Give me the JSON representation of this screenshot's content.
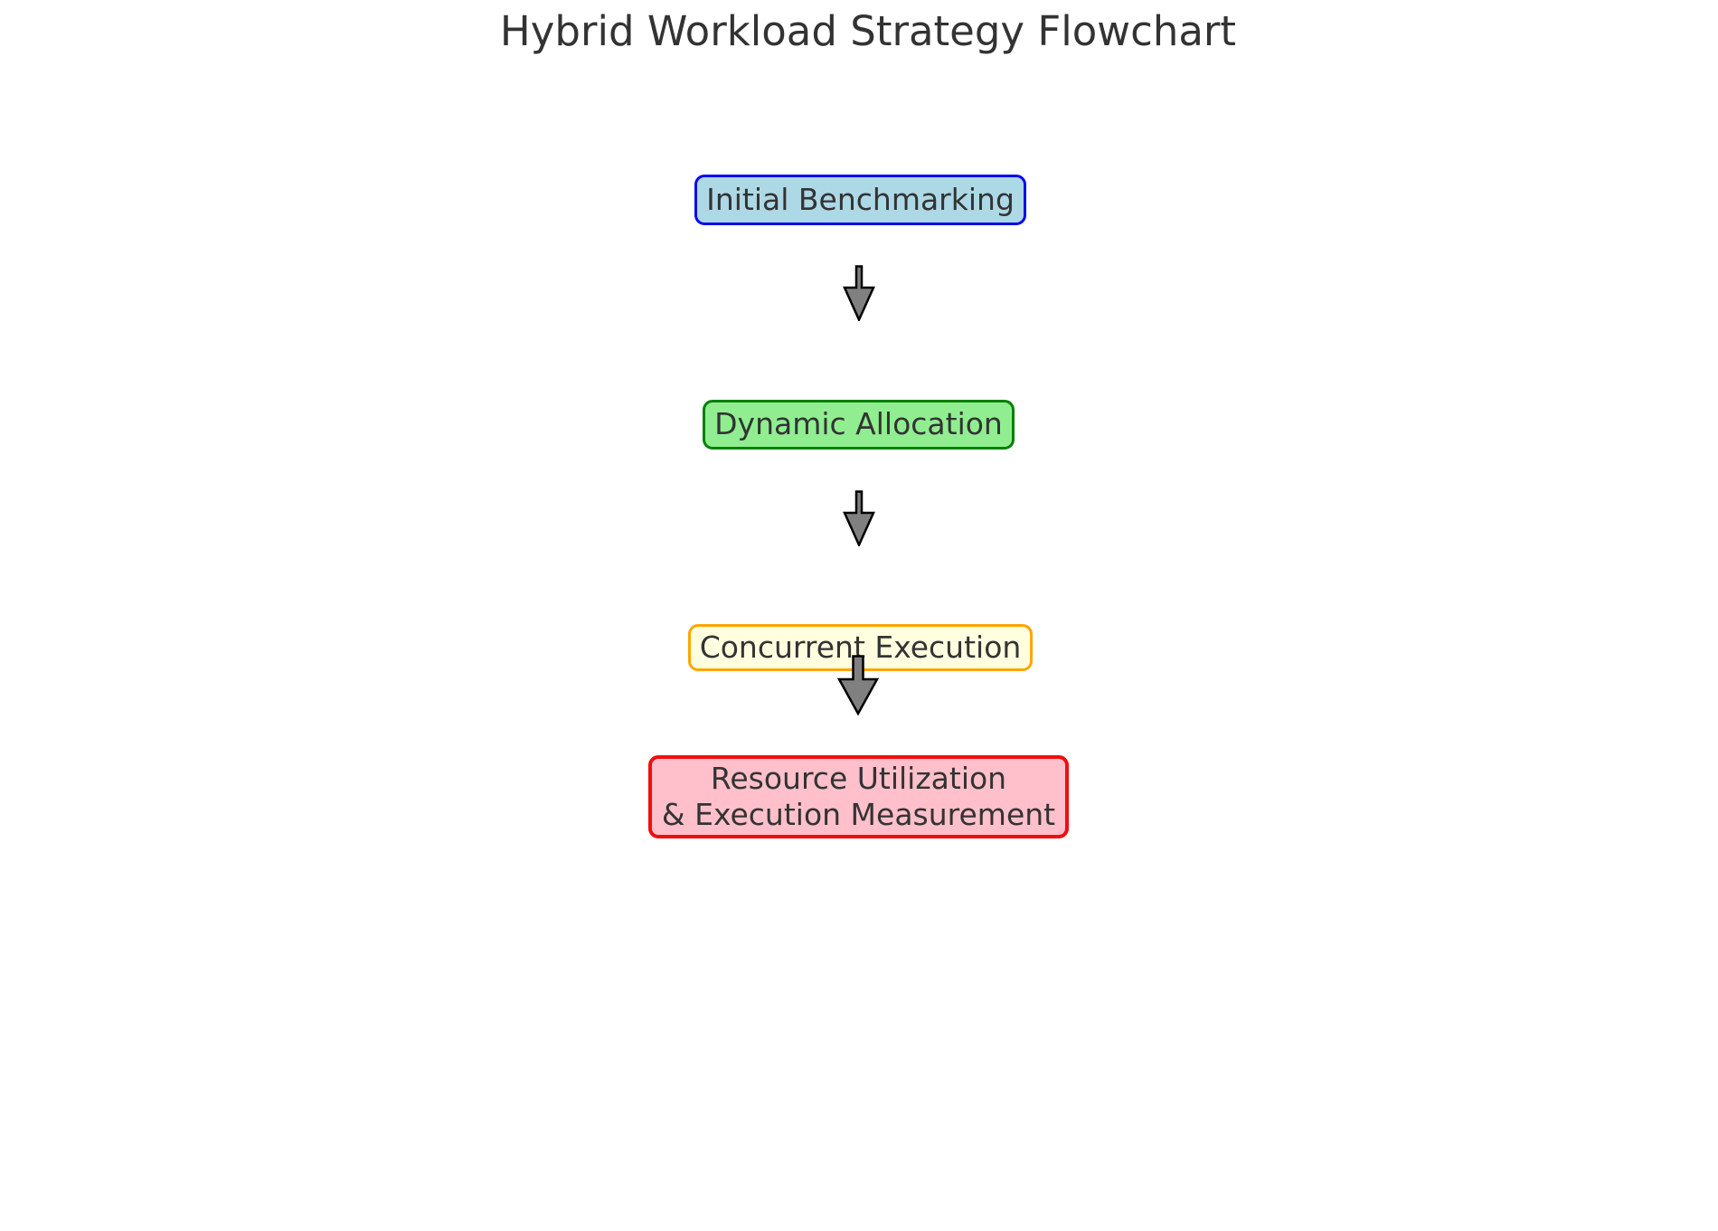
{
  "title": "Hybrid Workload Strategy Flowchart",
  "flowchart": {
    "background": "#FFFFFF",
    "text_color": "#333333",
    "nodes": [
      {
        "id": "initial-benchmarking",
        "label": "Initial Benchmarking",
        "fill": "#ADD8E6",
        "border_color": "#0B0BEB"
      },
      {
        "id": "dynamic-allocation",
        "label": "Dynamic Allocation",
        "fill": "#90EE90",
        "border_color": "#068006"
      },
      {
        "id": "concurrent-execution",
        "label": "Concurrent Execution",
        "fill": "#FFFFE0",
        "border_color": "#FFA500"
      },
      {
        "id": "resource-utilization-measurement",
        "label": "Resource Utilization & Execution Measurement",
        "label_lines": [
          "Resource Utilization",
          "& Execution Measurement"
        ],
        "fill": "#FFC0CB",
        "border_color": "#F20D0D"
      }
    ],
    "edges": [
      {
        "from": "initial-benchmarking",
        "to": "dynamic-allocation"
      },
      {
        "from": "dynamic-allocation",
        "to": "concurrent-execution"
      },
      {
        "from": "concurrent-execution",
        "to": "resource-utilization-measurement"
      }
    ],
    "arrow_style": {
      "fill": "#808080",
      "stroke": "#000000"
    }
  }
}
